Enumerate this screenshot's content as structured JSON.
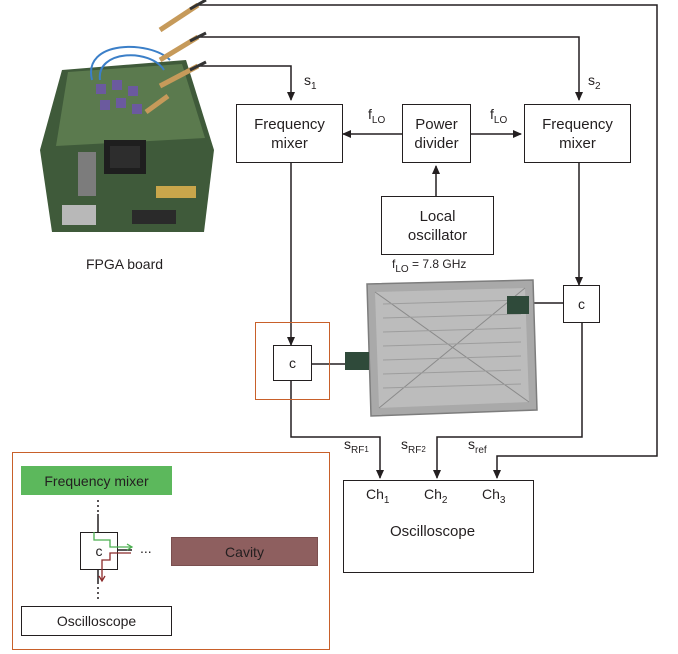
{
  "fpga": {
    "caption": "FPGA board"
  },
  "signals": {
    "s1": "s",
    "s1_sub": "1",
    "s2": "s",
    "s2_sub": "2"
  },
  "mixer_left": {
    "label": "Frequency\nmixer"
  },
  "mixer_right": {
    "label": "Frequency\nmixer"
  },
  "power_divider": {
    "label": "Power\ndivider"
  },
  "flo_left": {
    "f": "f",
    "sub": "LO"
  },
  "flo_right": {
    "f": "f",
    "sub": "LO"
  },
  "local_oscillator": {
    "label": "Local\noscillator"
  },
  "flo_value": {
    "f": "f",
    "sub": "LO",
    "value": " = 7.8 GHz"
  },
  "circulator_left": {
    "label": "c"
  },
  "circulator_right": {
    "label": "c"
  },
  "oscilloscope": {
    "label": "Oscilloscope",
    "ch1": "Ch",
    "ch1_sub": "1",
    "ch2": "Ch",
    "ch2_sub": "2",
    "ch3": "Ch",
    "ch3_sub": "3"
  },
  "inputs": {
    "srf1": "s",
    "srf1_sub": "RF",
    "srf1_subsub": "1",
    "srf2": "s",
    "srf2_sub": "RF",
    "srf2_subsub": "2",
    "sref": "s",
    "sref_sub": "ref"
  },
  "legend": {
    "mixer": "Frequency mixer",
    "c": "c",
    "ellipsis": "...",
    "cavity": "Cavity",
    "oscilloscope": "Oscilloscope",
    "colors": {
      "mixer": "#5cb85c",
      "cavity": "#8e5f5f",
      "green_line": "#4caf50",
      "red_line": "#8b2a2a"
    }
  }
}
